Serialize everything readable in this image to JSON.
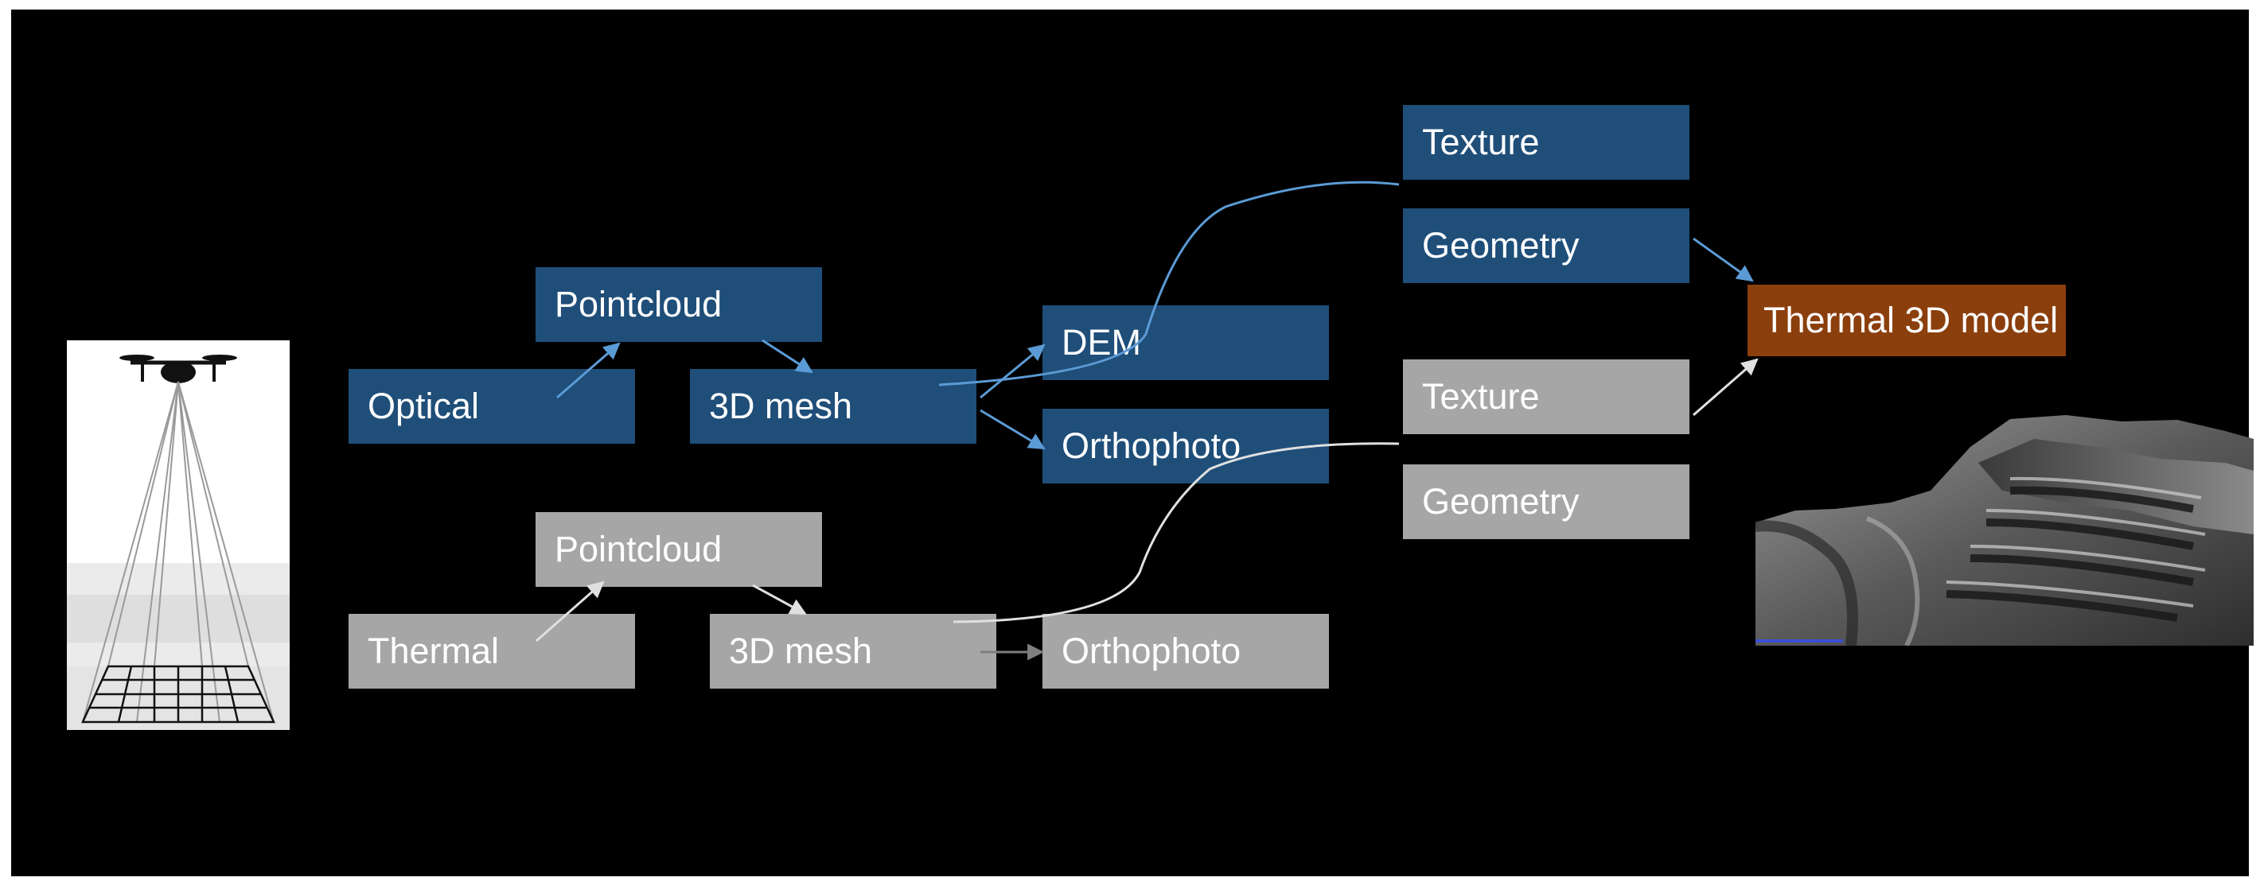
{
  "colors": {
    "background": "#000000",
    "optical_box": "#1f4e79",
    "thermal_box": "#a6a6a6",
    "result_box": "#8b3f0d",
    "optical_arrow": "#5b9bd5",
    "thermal_arrow": "#d9d9d9"
  },
  "optical": {
    "source": "Optical",
    "pointcloud": "Pointcloud",
    "mesh": "3D mesh",
    "dem": "DEM",
    "orthophoto": "Orthophoto",
    "texture": "Texture",
    "geometry": "Geometry"
  },
  "thermal": {
    "source": "Thermal",
    "pointcloud": "Pointcloud",
    "mesh": "3D mesh",
    "orthophoto": "Orthophoto",
    "texture": "Texture",
    "geometry": "Geometry"
  },
  "result": {
    "label": "Thermal 3D model"
  },
  "icons": {
    "drone": "drone-icon",
    "model": "thermal-3d-model-render"
  }
}
